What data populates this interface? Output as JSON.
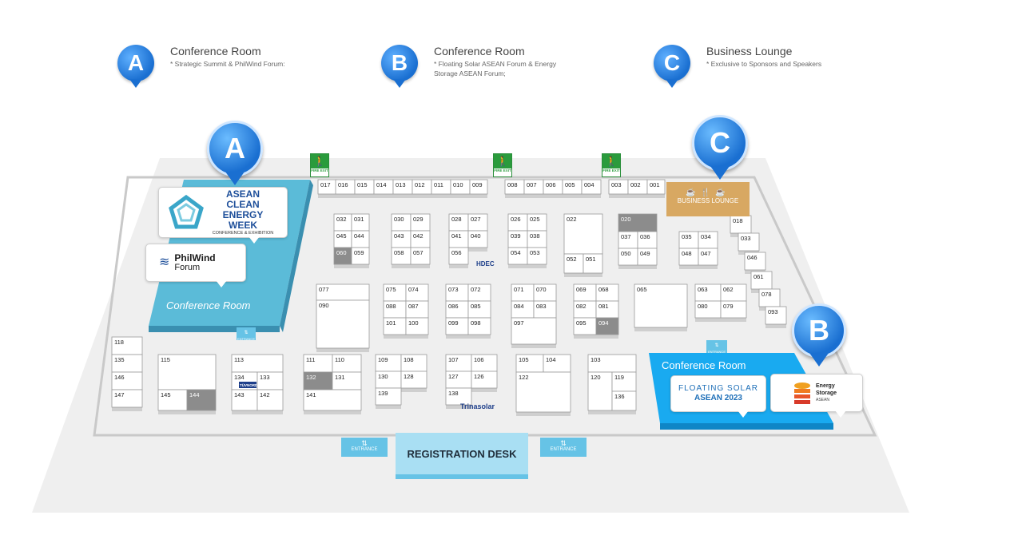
{
  "legend": [
    {
      "letter": "A",
      "title": "Conference Room",
      "sub": "* Strategic Summit & PhilWind Forum:"
    },
    {
      "letter": "B",
      "title": "Conference Room",
      "sub": "* Floating Solar ASEAN Forum & Energy Storage ASEAN Forum;"
    },
    {
      "letter": "C",
      "title": "Business Lounge",
      "sub": "* Exclusive to Sponsors and Speakers"
    }
  ],
  "pins": {
    "a": "A",
    "b": "B",
    "c": "C"
  },
  "rooms": {
    "conf_a": "Conference Room",
    "conf_b": "Conference Room",
    "lounge": "BUSINESS LOUNGE",
    "registration": "REGISTRATION DESK",
    "entrance": "ENTRANCE",
    "fire_exit": "FIRE EXIT"
  },
  "sponsors": {
    "acew_title": "ASEAN CLEAN ENERGY WEEK",
    "acew_sub": "CONFERENCE & EXHIBITION",
    "philwind_title": "PhilWind",
    "philwind_sub": "Forum",
    "fsa_title": "FLOATING SOLAR",
    "fsa_sub": "ASEAN 2023",
    "esa_title": "Energy Storage",
    "esa_sub": "ASEAN",
    "hdec": "HDEC",
    "trina": "Trinasolar",
    "tuv": "TÜVNORD"
  },
  "booths": {
    "top_row": [
      "017",
      "016",
      "015",
      "014",
      "013",
      "012",
      "011",
      "010",
      "009",
      "008",
      "007",
      "006",
      "005",
      "004",
      "003",
      "002",
      "001"
    ],
    "right_col": [
      "018",
      "033",
      "046",
      "061",
      "078",
      "093"
    ],
    "blocks": [
      [
        "032",
        "031",
        "045",
        "044",
        "060",
        "059"
      ],
      [
        "030",
        "029",
        "043",
        "042",
        "058",
        "057"
      ],
      [
        "028",
        "027",
        "041",
        "040",
        "056"
      ],
      [
        "026",
        "025",
        "039",
        "038",
        "054",
        "053"
      ],
      [
        "022",
        "052",
        "051"
      ],
      [
        "020",
        "037",
        "036",
        "050",
        "049"
      ],
      [
        "035",
        "034",
        "048",
        "047"
      ],
      [
        "077",
        "090"
      ],
      [
        "075",
        "074",
        "088",
        "087",
        "101",
        "100"
      ],
      [
        "073",
        "072",
        "086",
        "085",
        "099",
        "098"
      ],
      [
        "071",
        "070",
        "084",
        "083",
        "097"
      ],
      [
        "069",
        "068",
        "082",
        "081",
        "095",
        "094"
      ],
      [
        "065"
      ],
      [
        "063",
        "062",
        "080",
        "079"
      ],
      [
        "118",
        "135",
        "146",
        "147"
      ],
      [
        "115",
        "145",
        "144"
      ],
      [
        "113",
        "134",
        "133",
        "143",
        "142"
      ],
      [
        "111",
        "110",
        "132",
        "131",
        "141"
      ],
      [
        "109",
        "108",
        "130",
        "128",
        "139"
      ],
      [
        "107",
        "106",
        "127",
        "126",
        "138"
      ],
      [
        "105",
        "104",
        "122"
      ],
      [
        "103",
        "120",
        "119",
        "136"
      ]
    ]
  },
  "colors": {
    "accent": "#1a6fd1",
    "conf_a": "#5bbbd8",
    "conf_b": "#19aaf0",
    "lounge": "#d8a862",
    "booth_gray": "#8c8c8c"
  }
}
